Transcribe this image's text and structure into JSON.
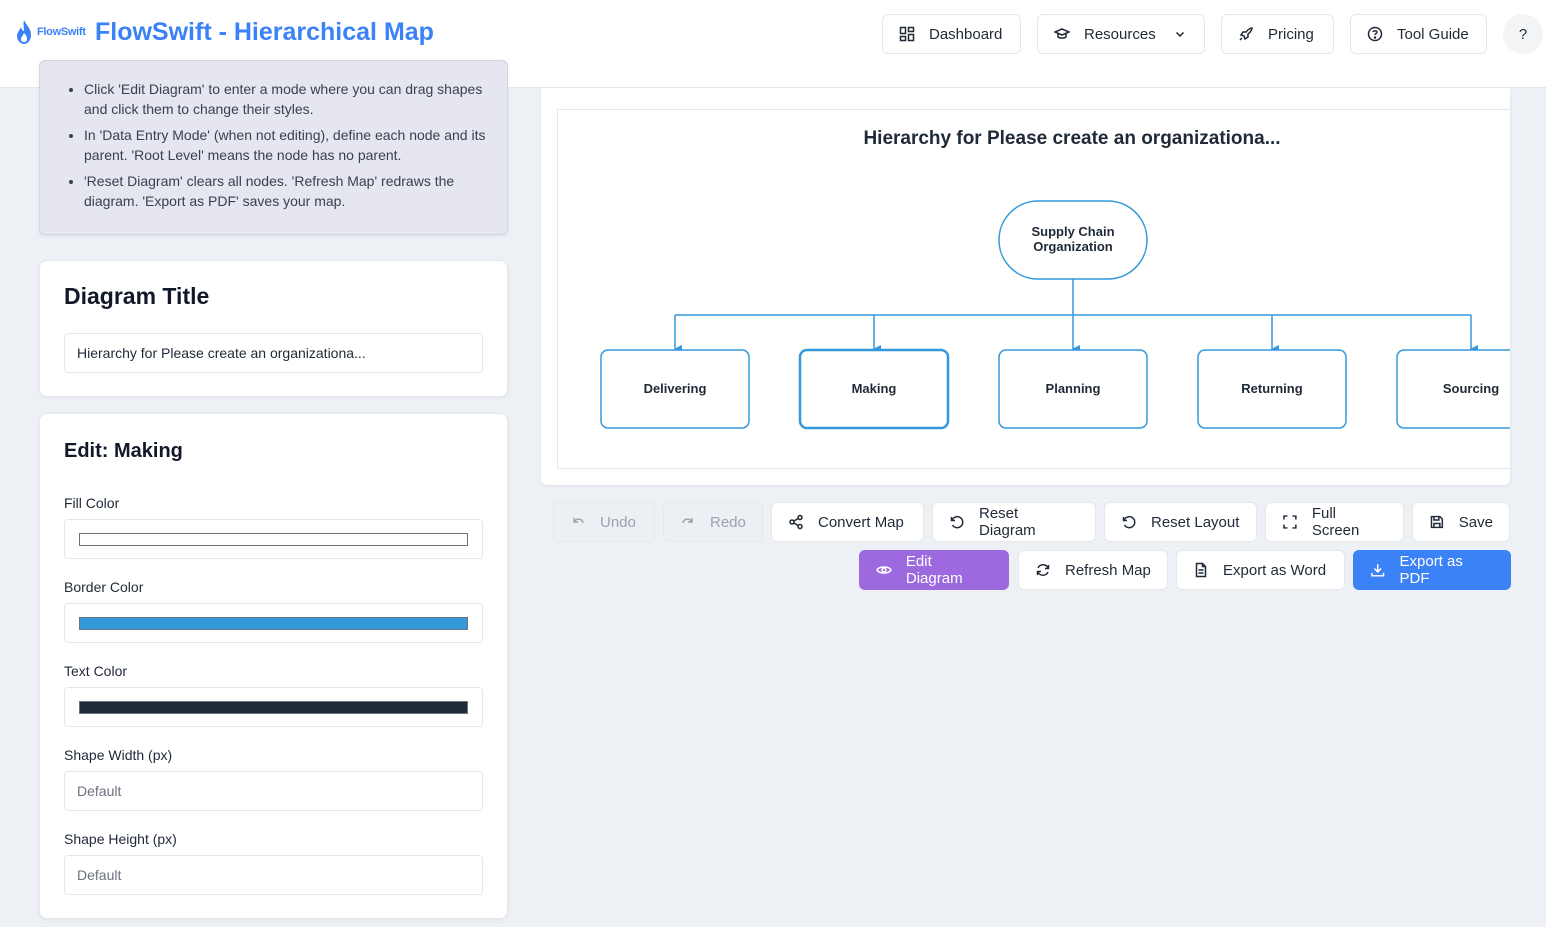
{
  "header": {
    "logo_text": "FlowSwift",
    "title": "FlowSwift - Hierarchical Map",
    "nav": [
      {
        "label": "Dashboard",
        "icon": "grid-icon"
      },
      {
        "label": "Resources",
        "icon": "graduation-cap-icon",
        "dropdown": true
      },
      {
        "label": "Pricing",
        "icon": "rocket-icon"
      },
      {
        "label": "Tool Guide",
        "icon": "help-circle-icon"
      }
    ],
    "help_label": "?"
  },
  "instructions": {
    "items": [
      "Click 'Edit Diagram' to enter a mode where you can drag shapes and click them to change their styles.",
      "In 'Data Entry Mode' (when not editing), define each node and its parent. 'Root Level' means the node has no parent.",
      "'Reset Diagram' clears all nodes. 'Refresh Map' redraws the diagram. 'Export as PDF' saves your map."
    ]
  },
  "title_card": {
    "heading": "Diagram Title",
    "value": "Hierarchy for Please create an organizationa..."
  },
  "edit_card": {
    "heading": "Edit: Making",
    "fill_label": "Fill Color",
    "fill_color": "#ffffff",
    "border_label": "Border Color",
    "border_color": "#3498db",
    "text_label": "Text Color",
    "text_color": "#1f2937",
    "width_label": "Shape Width (px)",
    "width_placeholder": "Default",
    "height_label": "Shape Height (px)",
    "height_placeholder": "Default"
  },
  "diagram": {
    "title": "Hierarchy for Please create an organizationa...",
    "root": {
      "line1": "Supply Chain",
      "line2": "Organization"
    },
    "children": [
      "Delivering",
      "Making",
      "Planning",
      "Returning",
      "Sourcing"
    ],
    "selected": "Making",
    "node_color": "#3498db"
  },
  "toolbar": {
    "undo": "Undo",
    "redo": "Redo",
    "convert": "Convert Map",
    "reset_diagram": "Reset Diagram",
    "reset_layout": "Reset Layout",
    "full_screen": "Full Screen",
    "save": "Save",
    "edit_diagram": "Edit Diagram",
    "refresh_map": "Refresh Map",
    "export_word": "Export as Word",
    "export_pdf": "Export as PDF"
  }
}
